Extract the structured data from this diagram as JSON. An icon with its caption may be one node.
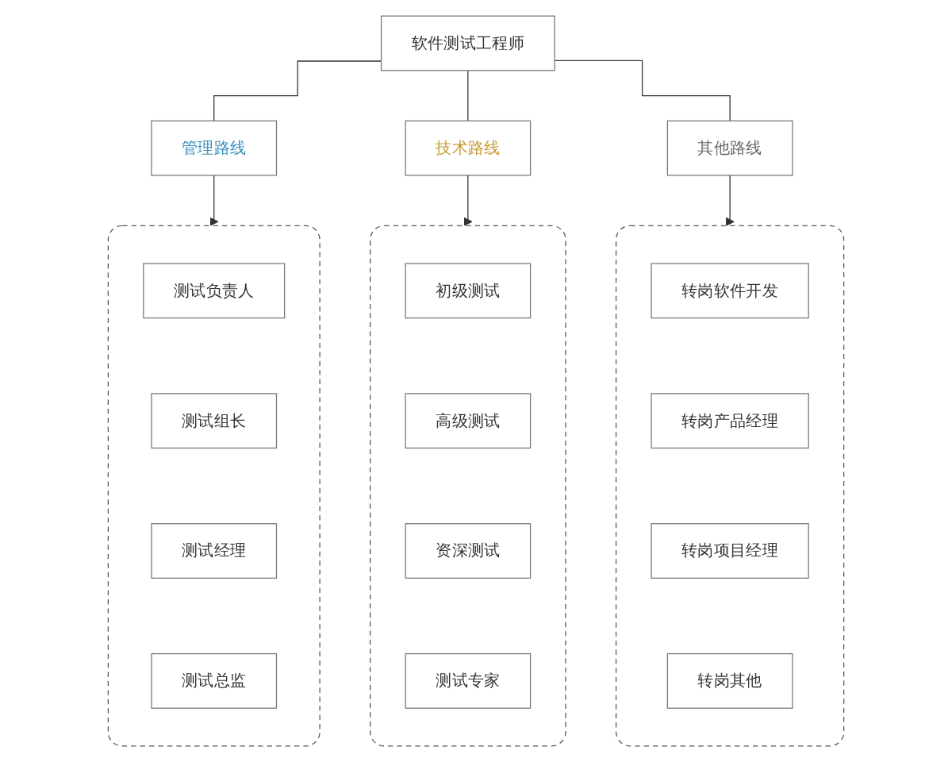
{
  "diagram": {
    "nodes": [
      {
        "text": [
          "软件测试工程师"
        ]
      },
      {
        "text": [
          "管理路线"
        ]
      },
      {
        "text": [
          "技术路线"
        ]
      },
      {
        "text": [
          "其他路线"
        ]
      },
      {
        "text": [],
        "shape": "box"
      },
      {
        "text": [
          "测试负责人"
        ],
        "in": 4
      },
      {
        "text": [
          "测试组长"
        ],
        "in": 4
      },
      {
        "text": [
          "测试经理"
        ],
        "in": 4
      },
      {
        "text": [
          "测试总监"
        ],
        "in": 4
      },
      {
        "text": [],
        "shape": "box"
      },
      {
        "text": [
          "初级测试"
        ],
        "in": 9
      },
      {
        "text": [
          "高级测试"
        ],
        "in": 9
      },
      {
        "text": [
          "资深测试"
        ],
        "in": 9
      },
      {
        "text": [
          "测试专家"
        ],
        "in": 9
      },
      {
        "text": [],
        "shape": "box"
      },
      {
        "text": [
          "转岗软件开发"
        ],
        "in": 14
      },
      {
        "text": [
          "转岗产品经理"
        ],
        "in": 14
      },
      {
        "text": [
          "转岗项目经理"
        ],
        "in": 14
      },
      {
        "text": [
          "转岗其他"
        ],
        "in": 14
      }
    ],
    "edges": [
      {
        "from": 0,
        "to": 1,
        "arrow": "none"
      },
      {
        "from": 0,
        "to": 2,
        "arrow": "none"
      },
      {
        "from": 0,
        "to": 3,
        "arrow": "none"
      },
      {
        "from": 1,
        "to": 4,
        "arrow": "to"
      },
      {
        "from": 2,
        "to": 9,
        "arrow": "to"
      },
      {
        "from": 3,
        "to": 14,
        "arrow": "to"
      }
    ]
  }
}
